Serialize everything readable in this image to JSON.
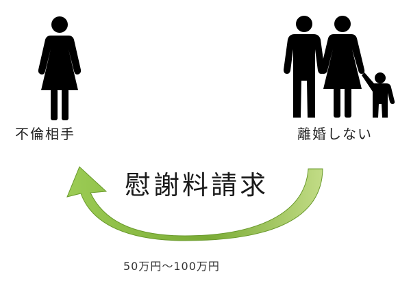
{
  "left_party": {
    "label": "不倫相手",
    "icon": "woman-icon"
  },
  "right_party": {
    "label": "離婚しない",
    "icons": [
      "man-icon",
      "woman-icon",
      "child-icon"
    ]
  },
  "claim": {
    "label": "慰謝料請求"
  },
  "amount": {
    "label": "50万円～100万円"
  },
  "colors": {
    "arrow_light": "#bcd97f",
    "arrow_dark": "#5d8f23",
    "figure": "#000000"
  }
}
